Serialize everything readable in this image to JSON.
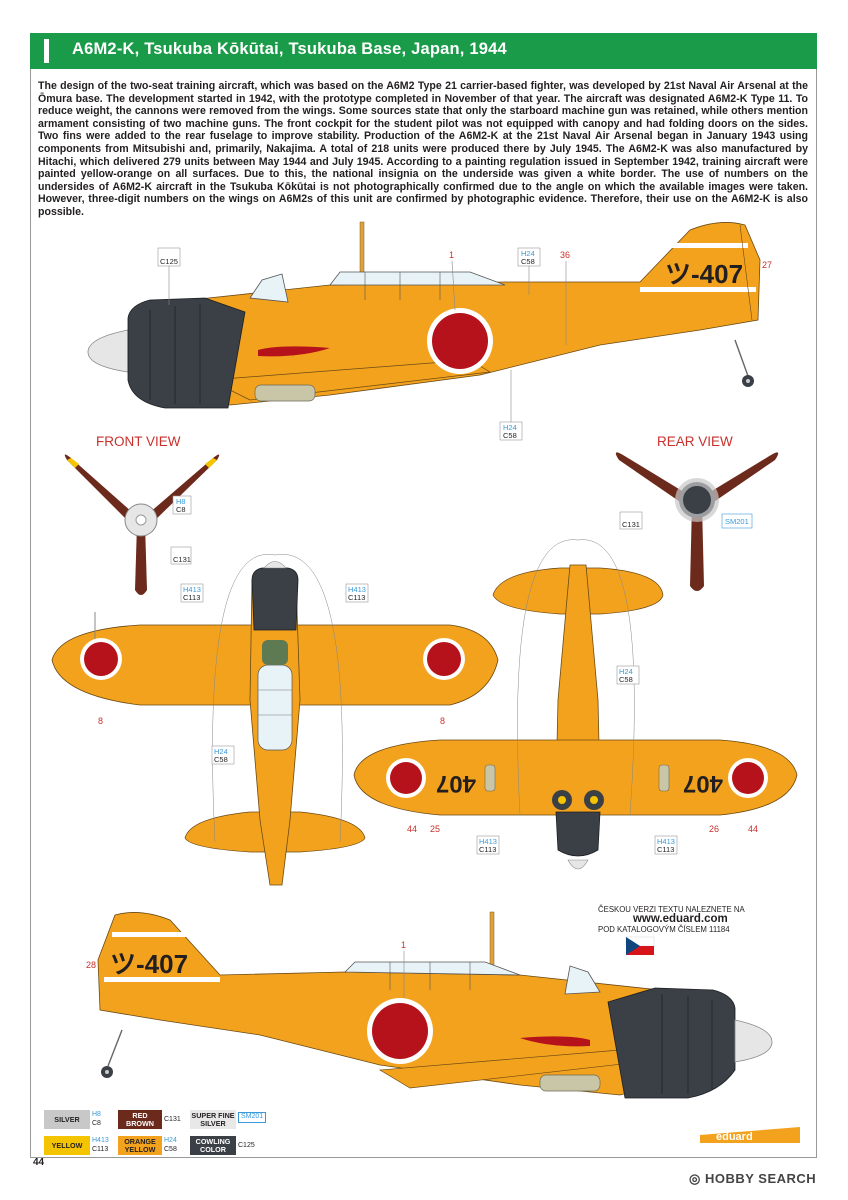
{
  "header": {
    "title": "A6M2-K, Tsukuba Kōkūtai, Tsukuba Base, Japan, 1944"
  },
  "description": "The design of the two-seat training aircraft, which was based on the A6M2 Type 21 carrier-based fighter, was developed by 21st Naval Air Arsenal at the Ōmura base. The development started in 1942, with the prototype completed in November of that year. The aircraft was designated A6M2-K Type 11. To reduce weight, the cannons were removed from the wings. Some sources state that only the starboard machine gun was retained, while others mention armament consisting of two machine guns. The front cockpit for the student pilot was not equipped with canopy and had folding doors on the sides. Two fins were added to the rear fuselage to improve stability. Production of the A6M2-K at the 21st Naval Air Arsenal began in January 1943 using components from Mitsubishi and, primarily, Nakajima. A total of 218 units were produced there by July 1945. The A6M2-K was also manufactured by Hitachi, which delivered 279 units between May 1944 and July 1945. According to a painting regulation issued in September 1942, training aircraft were painted yellow-orange on all surfaces. Due to this, the national insignia on the underside was given a white border. The use of numbers on the undersides of A6M2-K aircraft in the Tsukuba Kōkūtai is not photographically confirmed due to the angle on which  the available images were taken. However, three-digit numbers on the wings on A6M2s of this unit are confirmed by photographic evidence. Therefore, their use on the A6M2-K is also possible.",
  "views": {
    "front": "FRONT VIEW",
    "rear": "REAR VIEW"
  },
  "aircraft_codes": {
    "tail": "ツ-407",
    "wing": "407"
  },
  "callouts": {
    "c125": "C125",
    "h24": "H24",
    "c58": "C58",
    "h8": "H8",
    "c8": "C8",
    "c131": "C131",
    "sm201": "SM201",
    "h413": "H413",
    "c113": "C113",
    "n1": "1",
    "n36": "36",
    "n27": "27",
    "n8": "8",
    "n44": "44",
    "n25": "25",
    "n26": "26",
    "n28": "28"
  },
  "czech_note": {
    "line1": "ČESKOU VERZI TEXTU NALEZNETE NA",
    "url": "www.eduard.com",
    "line2": "POD KATALOGOVÝM ČÍSLEM 11184"
  },
  "legend": [
    {
      "name": "SILVER",
      "h": "H8",
      "c": "C8",
      "color": "#c8c8c8",
      "text_color": "#231f20"
    },
    {
      "name": "RED BROWN",
      "h": "",
      "c": "C131",
      "color": "#6b2a1c",
      "text_color": "#ffffff"
    },
    {
      "name": "SUPER FINE SILVER",
      "h": "",
      "c": "SM201",
      "color": "#e8e8e8",
      "text_color": "#231f20"
    },
    {
      "name": "YELLOW",
      "h": "H413",
      "c": "C113",
      "color": "#f5c400",
      "text_color": "#231f20"
    },
    {
      "name": "ORANGE YELLOW",
      "h": "H24",
      "c": "C58",
      "color": "#f3a21e",
      "text_color": "#231f20"
    },
    {
      "name": "COWLING COLOR",
      "h": "",
      "c": "C125",
      "color": "#3b3f46",
      "text_color": "#ffffff"
    }
  ],
  "brand": "eduard",
  "page_number": "44",
  "watermark": "HOBBY SEARCH",
  "colors": {
    "green": "#1a9b49",
    "orange": "#f3a21e",
    "hinomaru": "#b5121b",
    "cowling": "#3b3f46",
    "red_brown": "#6b2a1c"
  }
}
